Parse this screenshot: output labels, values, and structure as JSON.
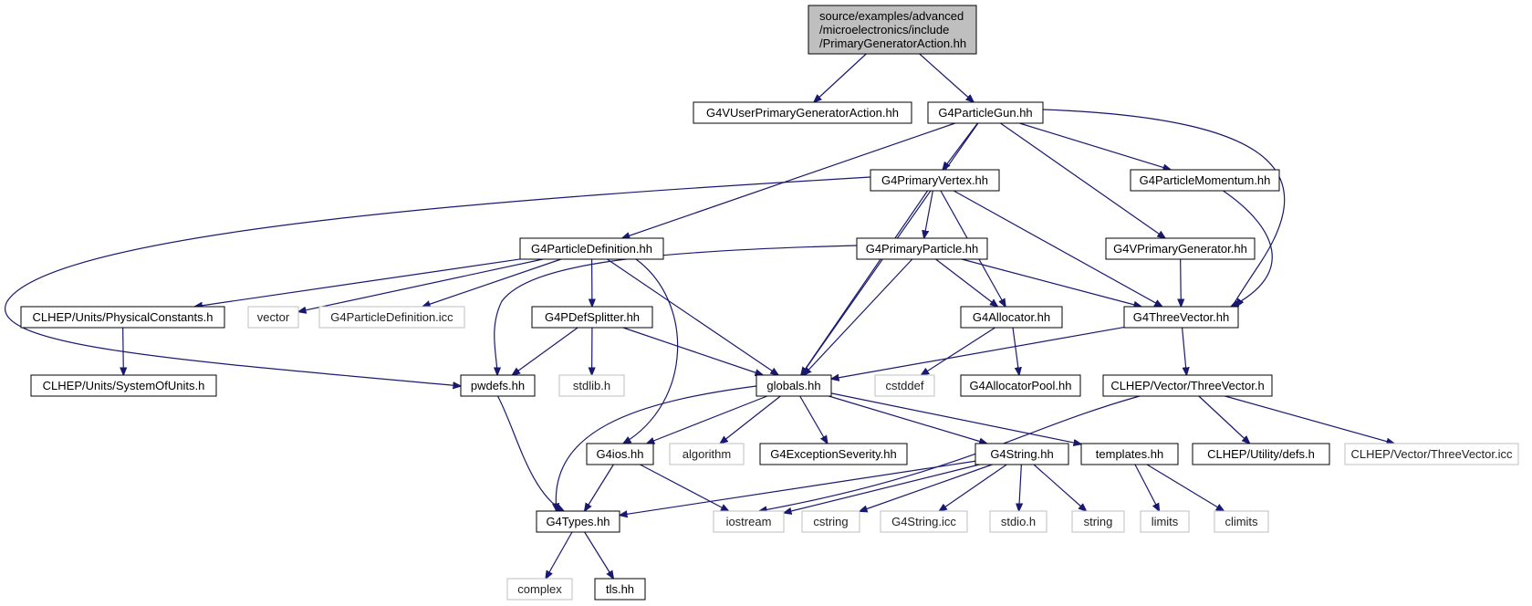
{
  "graph": {
    "root_lines": [
      "source/examples/advanced",
      "/microelectronics/include",
      "/PrimaryGeneratorAction.hh"
    ],
    "nodes": {
      "G4VUserPrimaryGeneratorAction": "G4VUserPrimaryGeneratorAction.hh",
      "G4ParticleGun": "G4ParticleGun.hh",
      "G4PrimaryVertex": "G4PrimaryVertex.hh",
      "G4ParticleMomentum": "G4ParticleMomentum.hh",
      "G4ParticleDefinition": "G4ParticleDefinition.hh",
      "G4PrimaryParticle": "G4PrimaryParticle.hh",
      "G4VPrimaryGenerator": "G4VPrimaryGenerator.hh",
      "PhysicalConstants": "CLHEP/Units/PhysicalConstants.h",
      "vector": "vector",
      "G4ParticleDefinition_icc": "G4ParticleDefinition.icc",
      "G4PDefSplitter": "G4PDefSplitter.hh",
      "G4Allocator": "G4Allocator.hh",
      "G4ThreeVector": "G4ThreeVector.hh",
      "SystemOfUnits": "CLHEP/Units/SystemOfUnits.h",
      "pwdefs": "pwdefs.hh",
      "stdlib": "stdlib.h",
      "globals": "globals.hh",
      "cstddef": "cstddef",
      "G4AllocatorPool": "G4AllocatorPool.hh",
      "ThreeVector_h": "CLHEP/Vector/ThreeVector.h",
      "G4ios": "G4ios.hh",
      "algorithm": "algorithm",
      "G4ExceptionSeverity": "G4ExceptionSeverity.hh",
      "G4String": "G4String.hh",
      "templates": "templates.hh",
      "defs": "CLHEP/Utility/defs.h",
      "ThreeVector_icc": "CLHEP/Vector/ThreeVector.icc",
      "G4Types": "G4Types.hh",
      "iostream": "iostream",
      "cstring": "cstring",
      "G4String_icc": "G4String.icc",
      "stdio": "stdio.h",
      "string": "string",
      "limits": "limits",
      "climits": "climits",
      "complex": "complex",
      "tls": "tls.hh"
    },
    "colors": {
      "edge": "#191970",
      "node_border": "#000000",
      "external_border": "#bfbfbf",
      "root_fill": "#bfbfbf",
      "node_fill": "#ffffff"
    }
  }
}
